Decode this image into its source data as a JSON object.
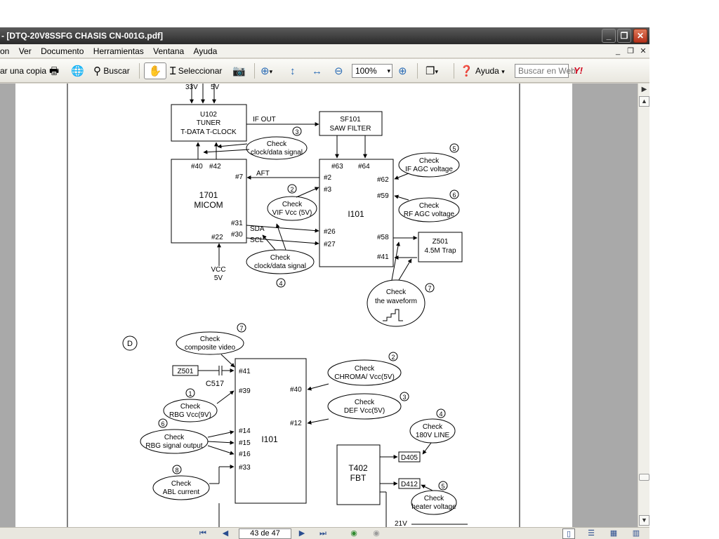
{
  "window": {
    "title": "- [DTQ-20V8SSFG  CHASIS CN-001G.pdf]",
    "minimize_glyph": "_",
    "restore_glyph": "❐",
    "close_glyph": "✕"
  },
  "menubar": {
    "items": [
      "on",
      "Ver",
      "Documento",
      "Herramientas",
      "Ventana",
      "Ayuda"
    ],
    "mdi_minimize": "_",
    "mdi_restore": "❐",
    "mdi_close": "✕"
  },
  "toolbar": {
    "save_copy_label": "ar una copia",
    "search_label": "Buscar",
    "select_label": "Seleccionar",
    "zoom_value": "100%",
    "help_label": "Ayuda",
    "web_search_placeholder": "Buscar en Web",
    "yahoo_label": "Y!"
  },
  "statusbar": {
    "page_indicator": "43 de 47"
  },
  "diagram_top": {
    "voltages": [
      "33V",
      "5V"
    ],
    "u102": [
      "U102",
      "TUNER",
      "T-DATA  T-CLOCK"
    ],
    "if_out": "IF OUT",
    "sf101": [
      "SF101",
      "SAW FILTER"
    ],
    "micom": [
      "1701",
      "MICOM"
    ],
    "micom_pins": [
      "#40",
      "#42",
      "#7",
      "#31",
      "#30",
      "#22"
    ],
    "aft": "AFT",
    "sda": "SDA",
    "scl": "SCL",
    "vcc": [
      "VCC",
      "5V"
    ],
    "i101": "I101",
    "i101_pins": [
      "#63",
      "#64",
      "#2",
      "#3",
      "#26",
      "#27",
      "#62",
      "#59",
      "#58",
      "#41"
    ],
    "z501": [
      "Z501",
      "4.5M Trap"
    ],
    "check_clock_top": [
      "Check",
      "clock/data signal"
    ],
    "check_vif": [
      "Check",
      "VIF Vcc (5V)"
    ],
    "check_clock_bottom": [
      "Check",
      "clock/data signal"
    ],
    "check_if_agc": [
      "Check",
      "IF AGC voltage"
    ],
    "check_rf_agc": [
      "Check",
      "RF AGC voltage"
    ],
    "check_waveform": [
      "Check",
      "the waveform"
    ],
    "numbers": [
      "3",
      "2",
      "4",
      "5",
      "6",
      "7"
    ]
  },
  "diagram_bottom": {
    "section_label": "D",
    "check_composite": [
      "Check",
      "composite video"
    ],
    "z501": "Z501",
    "c517": "C517",
    "i101": "I101",
    "i101_pins": [
      "#41",
      "#39",
      "#14",
      "#15",
      "#16",
      "#33",
      "#40",
      "#12"
    ],
    "check_rbg_vcc": [
      "Check",
      "RBG Vcc(9V)"
    ],
    "check_rbg_out": [
      "Check",
      "RBG signal output"
    ],
    "check_abl": [
      "Check",
      "ABL current"
    ],
    "check_chroma": [
      "Check",
      "CHROMA/ Vcc(5V)"
    ],
    "check_def": [
      "Check",
      "DEF Vcc(5V)"
    ],
    "check_180v": [
      "Check",
      "180V LINE"
    ],
    "check_heater": [
      "Check",
      "heater voltage"
    ],
    "t402": [
      "T402",
      "FBT"
    ],
    "d405": "D405",
    "d412": "D412",
    "v21": "21V",
    "numbers": [
      "7",
      "1",
      "6",
      "8",
      "2",
      "3",
      "4",
      "5"
    ]
  },
  "colors": {
    "titlebar": "#3a3a3a",
    "close_button": "#c8452a",
    "page_background": "#ffffff",
    "workspace": "#a9a9a9"
  }
}
